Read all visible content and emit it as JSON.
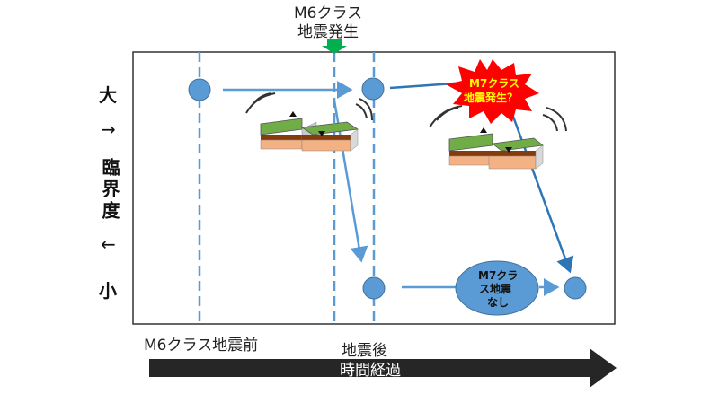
{
  "top_event": {
    "line1": "M6クラス",
    "line2": "地震発生"
  },
  "y_axis": {
    "large": "大",
    "small": "小",
    "label": "臨界度",
    "arrow_up": "→",
    "arrow_down": "←"
  },
  "m7_burst": {
    "line1": "M7クラス",
    "line2": "地震発生？"
  },
  "no_m7_bubble": {
    "line1": "M7クラ",
    "line2": "ス地震",
    "line3": "なし"
  },
  "bottom": {
    "before": "M6クラス地震前",
    "after": "地震後",
    "time_arrow": "時間経過"
  },
  "colors": {
    "node": "#5b9bd5",
    "dashed": "#5b9bd5",
    "arrow": "#5b9bd5",
    "arrow_dark": "#2e75b6",
    "burst": "#ff0000",
    "burst_text": "#ffff00",
    "down_marker": "#00b050",
    "timeline": "#262626"
  }
}
